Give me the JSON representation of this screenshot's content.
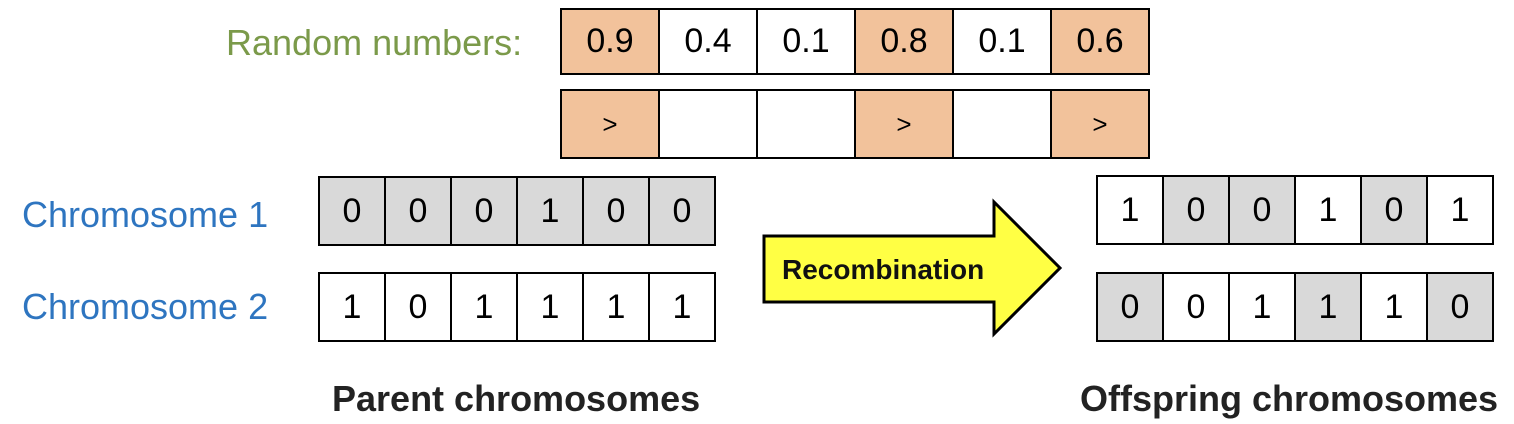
{
  "random_label": "Random numbers:",
  "random_numbers": [
    {
      "value": "0.9",
      "highlight": true
    },
    {
      "value": "0.4",
      "highlight": false
    },
    {
      "value": "0.1",
      "highlight": false
    },
    {
      "value": "0.8",
      "highlight": true
    },
    {
      "value": "0.1",
      "highlight": false
    },
    {
      "value": "0.6",
      "highlight": true
    }
  ],
  "comparison": [
    {
      "value": ">",
      "highlight": true
    },
    {
      "value": "",
      "highlight": false
    },
    {
      "value": "",
      "highlight": false
    },
    {
      "value": ">",
      "highlight": true
    },
    {
      "value": "",
      "highlight": false
    },
    {
      "value": ">",
      "highlight": true
    }
  ],
  "parents": {
    "chromosome1_label": "Chromosome 1",
    "chromosome2_label": "Chromosome 2",
    "chromosome1": [
      {
        "value": "0",
        "gray": true
      },
      {
        "value": "0",
        "gray": true
      },
      {
        "value": "0",
        "gray": true
      },
      {
        "value": "1",
        "gray": true
      },
      {
        "value": "0",
        "gray": true
      },
      {
        "value": "0",
        "gray": true
      }
    ],
    "chromosome2": [
      {
        "value": "1",
        "gray": false
      },
      {
        "value": "0",
        "gray": false
      },
      {
        "value": "1",
        "gray": false
      },
      {
        "value": "1",
        "gray": false
      },
      {
        "value": "1",
        "gray": false
      },
      {
        "value": "1",
        "gray": false
      }
    ],
    "caption": "Parent chromosomes"
  },
  "arrow_label": "Recombination",
  "offspring": {
    "offspring1": [
      {
        "value": "1",
        "gray": false
      },
      {
        "value": "0",
        "gray": true
      },
      {
        "value": "0",
        "gray": true
      },
      {
        "value": "1",
        "gray": false
      },
      {
        "value": "0",
        "gray": true
      },
      {
        "value": "1",
        "gray": false
      }
    ],
    "offspring2": [
      {
        "value": "0",
        "gray": true
      },
      {
        "value": "0",
        "gray": false
      },
      {
        "value": "1",
        "gray": false
      },
      {
        "value": "1",
        "gray": true
      },
      {
        "value": "1",
        "gray": false
      },
      {
        "value": "0",
        "gray": true
      }
    ],
    "caption": "Offspring chromosomes"
  },
  "colors": {
    "highlight_orange": "#f2c29b",
    "highlight_gray": "#d9d9d9",
    "label_green": "#7b9a4a",
    "label_blue": "#2e75c0",
    "arrow_fill": "#ffff44"
  }
}
